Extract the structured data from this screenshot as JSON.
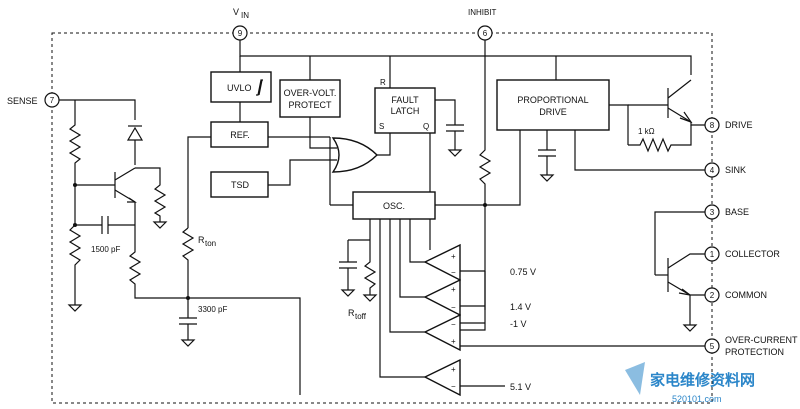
{
  "pins": {
    "vin": {
      "number": "9",
      "label": "V",
      "sub": "IN"
    },
    "inhibit": {
      "number": "6",
      "label": "INHIBIT"
    },
    "sense": {
      "number": "7",
      "label": "SENSE"
    },
    "drive": {
      "number": "8",
      "label": "DRIVE"
    },
    "sink": {
      "number": "4",
      "label": "SINK"
    },
    "base": {
      "number": "3",
      "label": "BASE"
    },
    "collector": {
      "number": "1",
      "label": "COLLECTOR"
    },
    "common": {
      "number": "2",
      "label": "COMMON"
    },
    "ocp": {
      "number": "5",
      "label1": "OVER-CURRENT",
      "label2": "PROTECTION"
    }
  },
  "blocks": {
    "uvlo": "UVLO",
    "ovp1": "OVER-VOLT.",
    "ovp2": "PROTECT",
    "ref": "REF.",
    "tsd": "TSD",
    "latch1": "FAULT",
    "latch2": "LATCH",
    "latch_r": "R",
    "latch_s": "S",
    "latch_q": "Q",
    "prop1": "PROPORTIONAL",
    "prop2": "DRIVE",
    "osc": "OSC."
  },
  "components": {
    "c1500": "1500 pF",
    "c3300": "3300 pF",
    "rton": "R",
    "rton_sub": "ton",
    "rtoff": "R",
    "rtoff_sub": "toff",
    "r1k": "1 kΩ"
  },
  "comparators": {
    "v1": "0.75 V",
    "v2": "1.4 V",
    "v3": "-1 V",
    "v4": "5.1 V",
    "plus": "+",
    "minus": "−"
  },
  "watermark": {
    "line1": "家电维修资料网",
    "line2": "520101.com"
  },
  "colors": {
    "line": "#111111",
    "watermark": "#2b86c9"
  }
}
